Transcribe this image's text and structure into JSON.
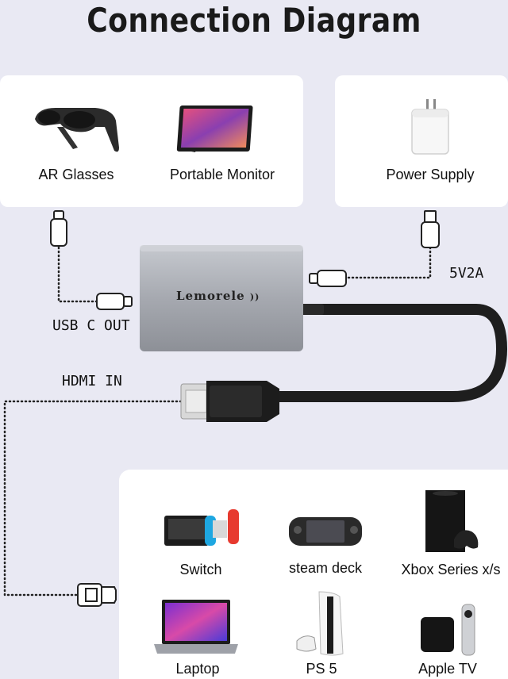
{
  "title": "Connection Diagram",
  "top_devices": {
    "ar_glasses": "AR Glasses",
    "portable_monitor": "Portable Monitor",
    "power_supply": "Power Supply"
  },
  "adapter": {
    "brand": "Lemorele",
    "usb_c_out": "USB C OUT",
    "power_label": "5V2A",
    "hdmi_in": "HDMI IN"
  },
  "sources": [
    "Switch",
    "steam deck",
    "Xbox Series x/s",
    "Laptop",
    "PS 5",
    "Apple TV"
  ],
  "colors": {
    "background": "#e9e9f3",
    "card": "#ffffff",
    "adapter_body": "#a9acb3",
    "cable": "#1e1e1e"
  }
}
